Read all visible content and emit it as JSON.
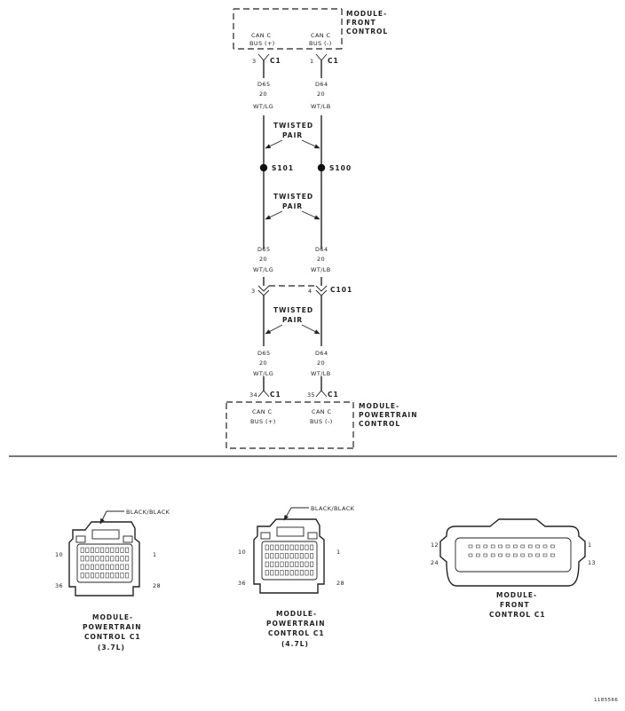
{
  "front_control_module": {
    "title": [
      "MODULE-",
      "FRONT",
      "CONTROL"
    ],
    "left_pin_label": [
      "CAN C",
      "BUS (+)"
    ],
    "right_pin_label": [
      "CAN C",
      "BUS (-)"
    ],
    "left_pin": "3",
    "right_pin": "1",
    "connector": "C1"
  },
  "wire_left": {
    "circuit": "D65",
    "gauge": "20",
    "color": "WT/LG"
  },
  "wire_right": {
    "circuit": "D64",
    "gauge": "20",
    "color": "WT/LB"
  },
  "twisted_pair": [
    "TWISTED",
    "PAIR"
  ],
  "splices": {
    "left": "S101",
    "right": "S100"
  },
  "inline_connector": {
    "left_pin": "3",
    "right_pin": "4",
    "name": "C101"
  },
  "powertrain_module": {
    "title": [
      "MODULE-",
      "POWERTRAIN",
      "CONTROL"
    ],
    "left_pin_label": [
      "CAN C",
      "BUS (+)"
    ],
    "right_pin_label": [
      "CAN C",
      "BUS (-)"
    ],
    "left_pin": "34",
    "right_pin": "35",
    "connector": "C1"
  },
  "connector_views": {
    "pcm_37": {
      "latch_label": "BLACK/BLACK",
      "pins": {
        "tl": "10",
        "tr": "1",
        "bl": "36",
        "br": "28"
      },
      "caption": [
        "MODULE-",
        "POWERTRAIN",
        "CONTROL C1",
        "(3.7L)"
      ]
    },
    "pcm_47": {
      "latch_label": "BLACK/BLACK",
      "pins": {
        "tl": "10",
        "tr": "1",
        "bl": "36",
        "br": "28"
      },
      "caption": [
        "MODULE-",
        "POWERTRAIN",
        "CONTROL C1",
        "(4.7L)"
      ]
    },
    "fcm": {
      "pins": {
        "tl": "12",
        "tr": "1",
        "bl": "24",
        "br": "13"
      },
      "caption": [
        "MODULE-",
        "FRONT",
        "CONTROL C1"
      ]
    }
  },
  "figure_id": "1185566"
}
